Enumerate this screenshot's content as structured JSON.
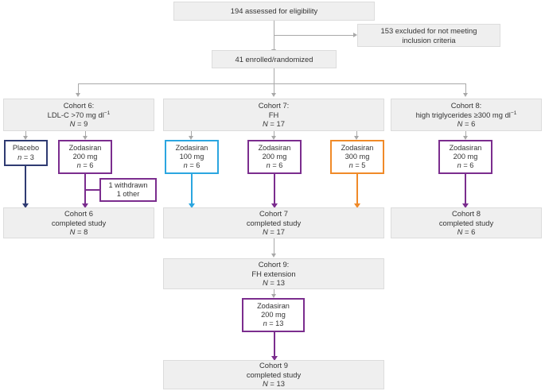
{
  "diagram": {
    "title": "CONSORT participant flow diagram",
    "colors": {
      "gray_box_fill": "#efefef",
      "gray_box_border": "#dcdcdc",
      "connector_gray": "#a9a9a9",
      "placebo_navy": "#2f3b72",
      "zodasiran_purple": "#7b2d8e",
      "zodasiran_blue": "#2ba6e0",
      "zodasiran_orange": "#f08a28",
      "text": "#343434"
    },
    "nodes": {
      "assessed": {
        "line1": "194 assessed for eligibility"
      },
      "excluded": {
        "line1": "153 excluded for not meeting",
        "line2": "inclusion criteria"
      },
      "enrolled": {
        "line1": "41 enrolled/randomized"
      },
      "cohort6": {
        "line1": "Cohort 6:",
        "line2_pre": "LDL-C >70 mg dl",
        "line2_sup": "−1",
        "line3_label": "N",
        "line3_value": " = 9"
      },
      "cohort7": {
        "line1": "Cohort 7:",
        "line2": "FH",
        "line3_label": "N",
        "line3_value": " = 17"
      },
      "cohort8": {
        "line1": "Cohort 8:",
        "line2_pre": "high triglycerides ≥300 mg dl",
        "line2_sup": "−1",
        "line3_label": "N",
        "line3_value": " = 6"
      },
      "arm_placebo": {
        "line1": "Placebo",
        "line2_label": "n",
        "line2_value": " = 3",
        "border_color": "#2f3b72"
      },
      "arm_c6_200": {
        "line1": "Zodasiran",
        "line2": "200 mg",
        "line3_label": "n",
        "line3_value": " = 6",
        "border_color": "#7b2d8e"
      },
      "arm_c7_100": {
        "line1": "Zodasiran",
        "line2": "100 mg",
        "line3_label": "n",
        "line3_value": " = 6",
        "border_color": "#2ba6e0"
      },
      "arm_c7_200": {
        "line1": "Zodasiran",
        "line2": "200 mg",
        "line3_label": "n",
        "line3_value": " = 6",
        "border_color": "#7b2d8e"
      },
      "arm_c7_300": {
        "line1": "Zodasiran",
        "line2": "300 mg",
        "line3_label": "n",
        "line3_value": " = 5",
        "border_color": "#f08a28"
      },
      "arm_c8_200": {
        "line1": "Zodasiran",
        "line2": "200 mg",
        "line3_label": "n",
        "line3_value": " = 6",
        "border_color": "#7b2d8e"
      },
      "withdrawn": {
        "line1": "1 withdrawn",
        "line2": "1 other",
        "border_color": "#7b2d8e"
      },
      "c6_completed": {
        "line1": "Cohort 6",
        "line2": "completed study",
        "line3_label": "N",
        "line3_value": " = 8"
      },
      "c7_completed": {
        "line1": "Cohort 7",
        "line2": "completed study",
        "line3_label": "N",
        "line3_value": " = 17"
      },
      "c8_completed": {
        "line1": "Cohort 8",
        "line2": "completed study",
        "line3_label": "N",
        "line3_value": " = 6"
      },
      "cohort9": {
        "line1": "Cohort 9:",
        "line2": "FH extension",
        "line3_label": "N",
        "line3_value": " = 13"
      },
      "arm_c9_200": {
        "line1": "Zodasiran",
        "line2": "200 mg",
        "line3_label": "n",
        "line3_value": " = 13",
        "border_color": "#7b2d8e"
      },
      "c9_completed": {
        "line1": "Cohort 9",
        "line2": "completed study",
        "line3_label": "N",
        "line3_value": " = 13"
      }
    }
  }
}
